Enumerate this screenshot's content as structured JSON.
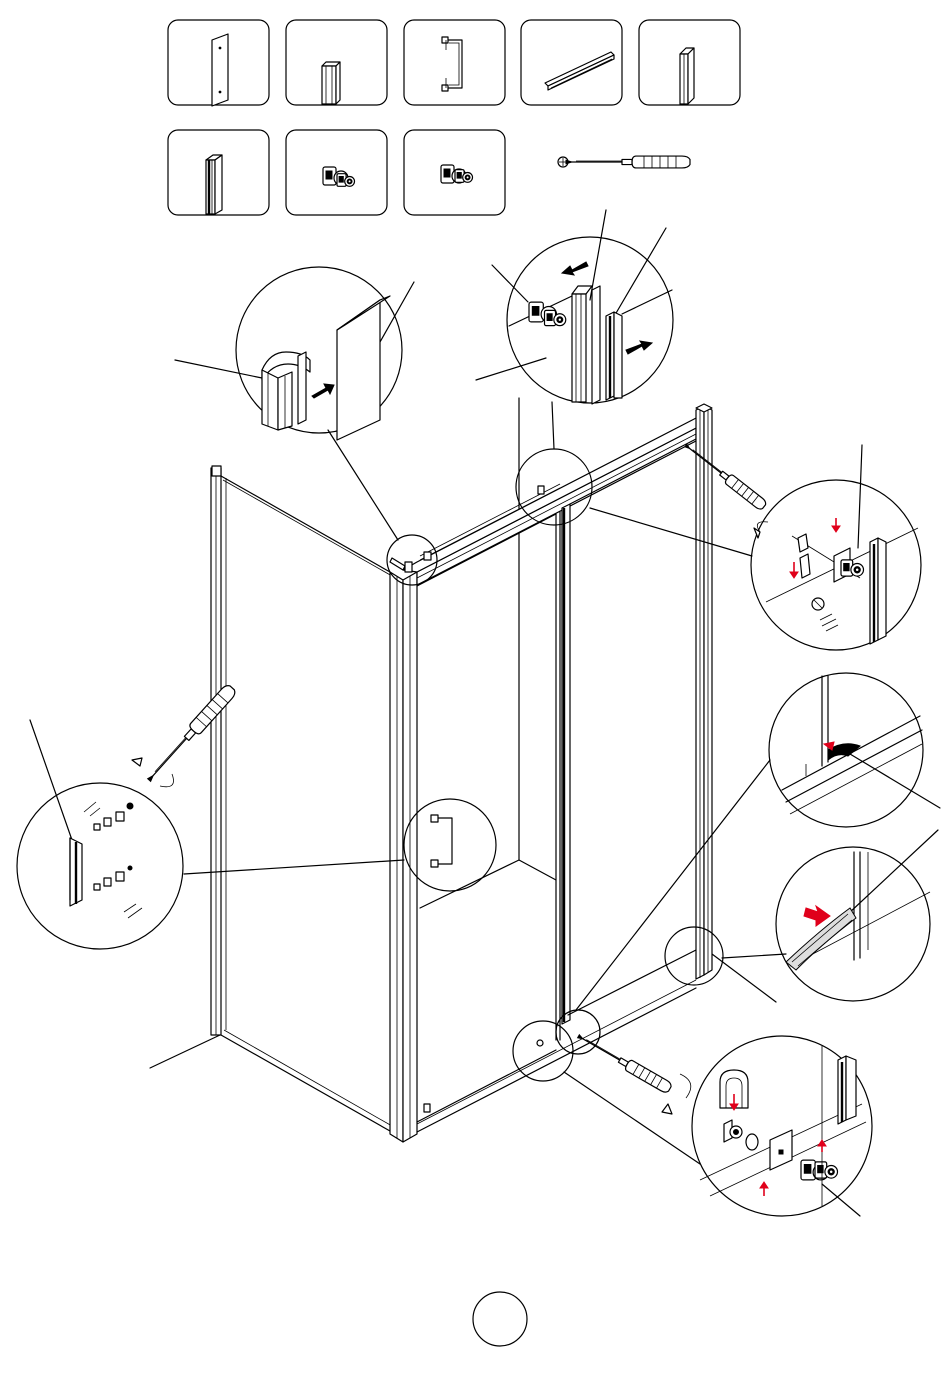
{
  "page": {
    "page_number": ""
  },
  "parts": [
    {
      "id": "fixed-glass-panel",
      "icon": "glass-panel-icon"
    },
    {
      "id": "wall-profile",
      "icon": "wall-profile-icon"
    },
    {
      "id": "door-handle",
      "icon": "handle-icon"
    },
    {
      "id": "top-rail",
      "icon": "rail-icon"
    },
    {
      "id": "corner-profile",
      "icon": "corner-profile-icon"
    },
    {
      "id": "door-seal-strip",
      "icon": "seal-strip-icon"
    },
    {
      "id": "roller-top",
      "icon": "roller-icon"
    },
    {
      "id": "roller-bottom",
      "icon": "roller-icon"
    }
  ],
  "tools": [
    {
      "id": "screwdriver",
      "icon": "screwdriver-icon",
      "tip": "phillips-head-icon"
    }
  ],
  "details": [
    {
      "id": "corner-joint-detail",
      "icon": "magnifier-callout-icon"
    },
    {
      "id": "top-roller-detail",
      "icon": "magnifier-callout-icon"
    },
    {
      "id": "roller-fixing-detail",
      "icon": "magnifier-callout-icon"
    },
    {
      "id": "handle-fixing-detail",
      "icon": "magnifier-callout-icon"
    },
    {
      "id": "seal-detail-a",
      "icon": "magnifier-callout-icon"
    },
    {
      "id": "seal-detail-b",
      "icon": "magnifier-callout-icon"
    },
    {
      "id": "bottom-roller-detail",
      "icon": "magnifier-callout-icon"
    }
  ],
  "colors": {
    "line": "#000000",
    "arrow_red": "#e0001b",
    "background": "#ffffff"
  }
}
